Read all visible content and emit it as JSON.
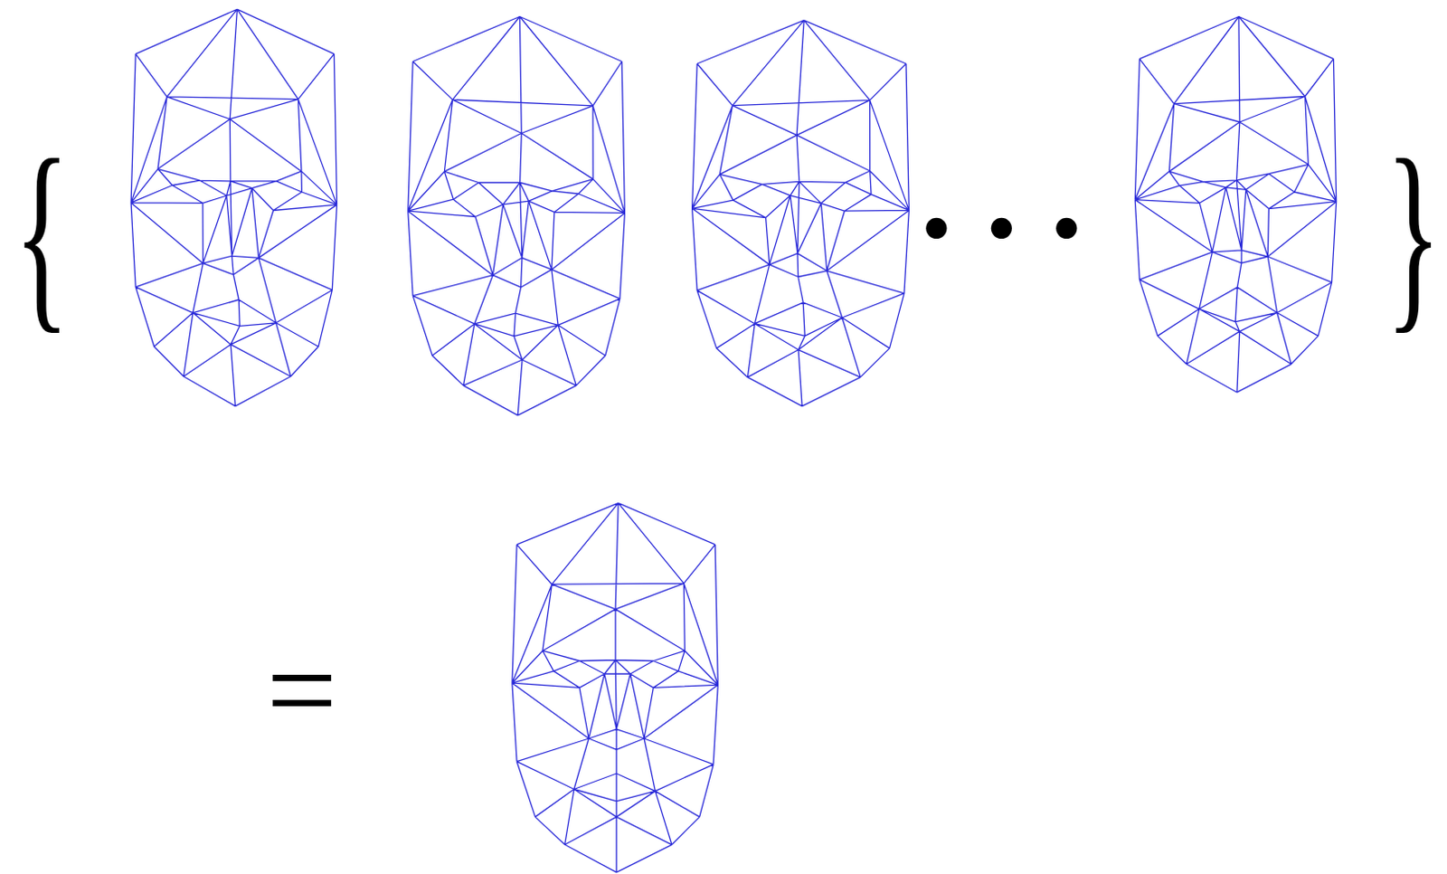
{
  "diagram": {
    "labels": [
      "{",
      "• • •",
      "}",
      "="
    ]
  }
}
